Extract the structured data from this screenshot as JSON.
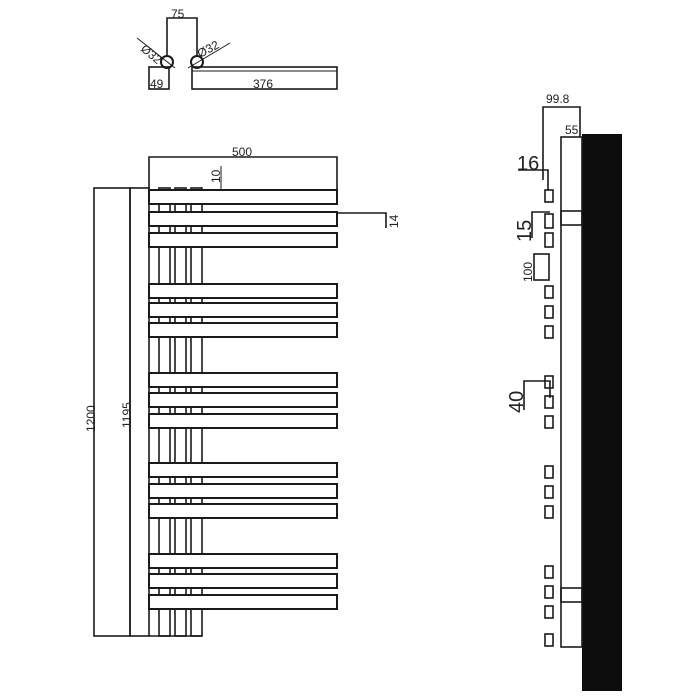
{
  "drawing": {
    "colors": {
      "line": "#1a1a1a",
      "wall": "#0d0d0d",
      "background": "#ffffff"
    },
    "top_view": {
      "dim_spacing": "75",
      "dim_pipe_left": "Ø32",
      "dim_pipe_right": "Ø32",
      "dim_offset": "49",
      "dim_bar_length": "376"
    },
    "front_view": {
      "dim_width": "500",
      "dim_bar_gap": "10",
      "dim_bar_thickness": "14",
      "dim_total_height": "1200",
      "dim_inner_height": "1195"
    },
    "side_view": {
      "dim_projection": "99.8",
      "dim_wall_gap": "55",
      "dim_16": "16",
      "dim_15": "15",
      "dim_100": "100",
      "dim_40": "40"
    }
  }
}
